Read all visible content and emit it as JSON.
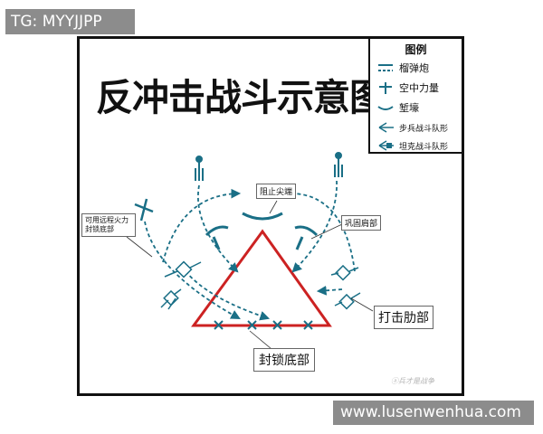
{
  "watermarks": {
    "top_tag": "TG: MYYJJPP",
    "bottom_tag": "www.lusenwenhua.com",
    "inner_mark": "ⓐ兵才是战争"
  },
  "title": "反冲击战斗示意图",
  "legend": {
    "title": "图例",
    "items": [
      {
        "icon": "mortar-icon",
        "label": "榴弹炮"
      },
      {
        "icon": "airborne-icon",
        "label": "空中力量"
      },
      {
        "icon": "trench-icon",
        "label": "堑壕"
      },
      {
        "icon": "infantry-formation-icon",
        "label": "步兵战斗队形"
      },
      {
        "icon": "tank-formation-icon",
        "label": "坦克战斗队形"
      }
    ]
  },
  "labels": {
    "block_tip": "阻止尖端",
    "consolidate_shoulder": "巩固肩部",
    "long_range_fire": "可用远程火力封锁底部",
    "strike_flank": "打击肋部",
    "seal_base": "封锁底部"
  },
  "colors": {
    "triangle": "#cc2222",
    "friendly": "#1a6f86",
    "frame": "#111111",
    "tag_bg": "#8c8c8c"
  }
}
